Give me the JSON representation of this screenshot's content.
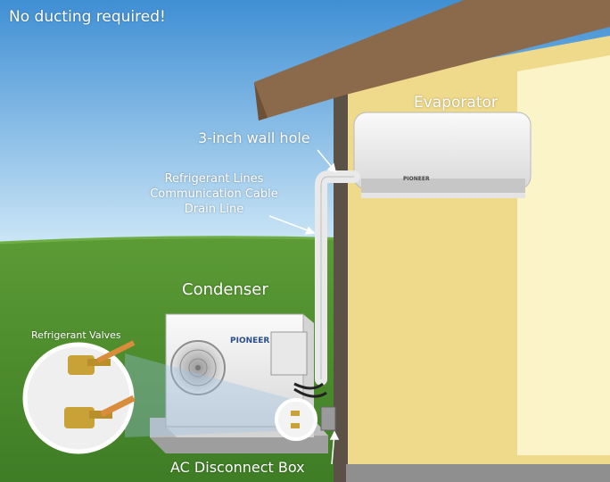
{
  "headline": "No ducting required!",
  "labels": {
    "evaporator": "Evaporator",
    "wall_hole": "3-inch wall hole",
    "lines": [
      "Refrigerant Lines",
      "Communication Cable",
      "Drain Line"
    ],
    "condenser": "Condenser",
    "valves": "Refrigerant Valves",
    "disconnect": "AC Disconnect Box"
  },
  "brand": "PIONEER",
  "colors": {
    "sky_top": "#3f8fd4",
    "sky_bottom": "#c6e3f5",
    "grass": "#4f8f2e",
    "wall": "#efd98a",
    "roof": "#8a6a4a",
    "unit": "#f2f2f2"
  }
}
